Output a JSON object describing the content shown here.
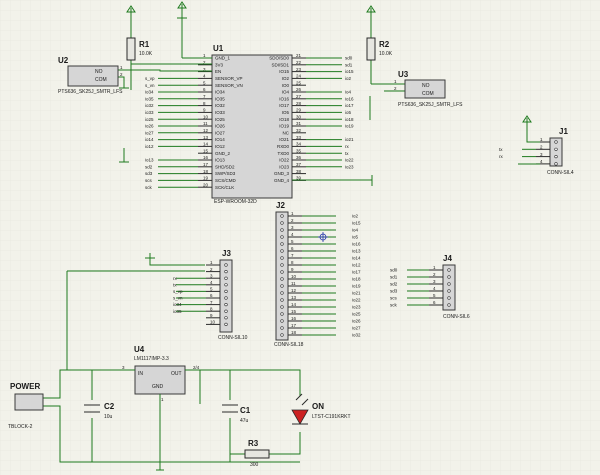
{
  "colors": {
    "background": "#f2f2ea",
    "wire": "#1e7a1e",
    "body": "#d6d6d6",
    "outline": "#3a3a3a"
  },
  "u1": {
    "ref": "U1",
    "part": "ESP-WROOM-32D",
    "left_pins": [
      {
        "num": "1",
        "name": "GND_1",
        "net": ""
      },
      {
        "num": "2",
        "name": "3V3",
        "net": ""
      },
      {
        "num": "3",
        "name": "EN",
        "net": ""
      },
      {
        "num": "4",
        "name": "SENSOR_VP",
        "net": "s_vp"
      },
      {
        "num": "5",
        "name": "SENSOR_VN",
        "net": "s_vn"
      },
      {
        "num": "6",
        "name": "IO34",
        "net": "io34"
      },
      {
        "num": "7",
        "name": "IO35",
        "net": "io35"
      },
      {
        "num": "8",
        "name": "IO32",
        "net": "io32"
      },
      {
        "num": "9",
        "name": "IO33",
        "net": "io33"
      },
      {
        "num": "10",
        "name": "IO25",
        "net": "io25"
      },
      {
        "num": "11",
        "name": "IO26",
        "net": "io26"
      },
      {
        "num": "12",
        "name": "IO27",
        "net": "io27"
      },
      {
        "num": "13",
        "name": "IO14",
        "net": "io14"
      },
      {
        "num": "14",
        "name": "IO12",
        "net": "io12"
      },
      {
        "num": "15",
        "name": "GND_2",
        "net": ""
      },
      {
        "num": "16",
        "name": "IO13",
        "net": "io13"
      },
      {
        "num": "17",
        "name": "SHD/SD2",
        "net": "sd2"
      },
      {
        "num": "18",
        "name": "SWP/SD3",
        "net": "sd3"
      },
      {
        "num": "19",
        "name": "SCS/CMD",
        "net": "scs"
      },
      {
        "num": "20",
        "name": "SCK/CLK",
        "net": "sck"
      }
    ],
    "right_pins": [
      {
        "num": "21",
        "name": "SDO/SD0",
        "net": "sd0"
      },
      {
        "num": "22",
        "name": "SDI/SD1",
        "net": "sd1"
      },
      {
        "num": "23",
        "name": "IO15",
        "net": "io15"
      },
      {
        "num": "24",
        "name": "IO2",
        "net": "io2"
      },
      {
        "num": "25",
        "name": "IO0",
        "net": ""
      },
      {
        "num": "26",
        "name": "IO4",
        "net": "io4"
      },
      {
        "num": "27",
        "name": "IO16",
        "net": "io16"
      },
      {
        "num": "28",
        "name": "IO17",
        "net": "io17"
      },
      {
        "num": "29",
        "name": "IO5",
        "net": "io5"
      },
      {
        "num": "30",
        "name": "IO18",
        "net": "io18"
      },
      {
        "num": "31",
        "name": "IO19",
        "net": "io19"
      },
      {
        "num": "32",
        "name": "NC",
        "net": ""
      },
      {
        "num": "33",
        "name": "IO21",
        "net": "io21"
      },
      {
        "num": "34",
        "name": "RXD0",
        "net": "rx"
      },
      {
        "num": "35",
        "name": "TXD0",
        "net": "tx"
      },
      {
        "num": "36",
        "name": "IO22",
        "net": "io22"
      },
      {
        "num": "37",
        "name": "IO23",
        "net": "io23"
      },
      {
        "num": "38",
        "name": "GND_3",
        "net": ""
      },
      {
        "num": "39",
        "name": "GND_4",
        "net": ""
      }
    ]
  },
  "r1": {
    "ref": "R1",
    "value": "10.0K"
  },
  "r2": {
    "ref": "R2",
    "value": "10.0K"
  },
  "r3": {
    "ref": "R3",
    "value": "300"
  },
  "u2": {
    "ref": "U2",
    "part": "PTS636_SK25J_SMTR_LFS",
    "pin_no": "NO",
    "pin_com": "COM",
    "pins": [
      "1",
      "2"
    ]
  },
  "u3": {
    "ref": "U3",
    "part": "PTS636_SK25J_SMTR_LFS",
    "pin_no": "NO",
    "pin_com": "COM",
    "pins": [
      "1",
      "2"
    ]
  },
  "j1": {
    "ref": "J1",
    "part": "CONN-SIL4",
    "pins": [
      "1",
      "2",
      "3",
      "4"
    ],
    "nets": [
      "",
      "tx",
      "rx",
      ""
    ]
  },
  "j2": {
    "ref": "J2",
    "part": "CONN-SIL18",
    "pins": [
      "1",
      "2",
      "3",
      "4",
      "5",
      "6",
      "7",
      "8",
      "9",
      "10",
      "11",
      "12",
      "13",
      "14",
      "15",
      "16",
      "17",
      "18"
    ],
    "nets": [
      "io2",
      "io15",
      "io4",
      "io5",
      "io16",
      "io13",
      "io14",
      "io12",
      "io17",
      "io18",
      "io19",
      "io21",
      "io22",
      "io23",
      "io25",
      "io26",
      "io27",
      "io32"
    ]
  },
  "j3": {
    "ref": "J3",
    "part": "CONN-SIL10",
    "pins": [
      "1",
      "2",
      "3",
      "4",
      "5",
      "6",
      "7",
      "8",
      "9",
      "10"
    ],
    "nets": [
      "",
      "",
      "rx",
      "tx",
      "s_vp",
      "s_vn",
      "io34",
      "io35",
      "",
      ""
    ]
  },
  "j4": {
    "ref": "J4",
    "part": "CONN-SIL6",
    "pins": [
      "1",
      "2",
      "3",
      "4",
      "5",
      "6"
    ],
    "nets": [
      "sd0",
      "sd1",
      "sd2",
      "sd3",
      "scs",
      "sck"
    ]
  },
  "u4": {
    "ref": "U4",
    "part": "LM1117IMP-3.3",
    "in": "IN",
    "out": "OUT",
    "gnd": "GND",
    "pin_in": "3",
    "pin_out": "2/4",
    "pin_gnd": "1"
  },
  "power": {
    "title": "POWER",
    "ref": "",
    "part": "TBLOCK-2"
  },
  "c1": {
    "ref": "C1",
    "value": "47u"
  },
  "c2": {
    "ref": "C2",
    "value": "10u"
  },
  "led": {
    "ref": "ON",
    "part": "LTST-C191KRKT"
  }
}
